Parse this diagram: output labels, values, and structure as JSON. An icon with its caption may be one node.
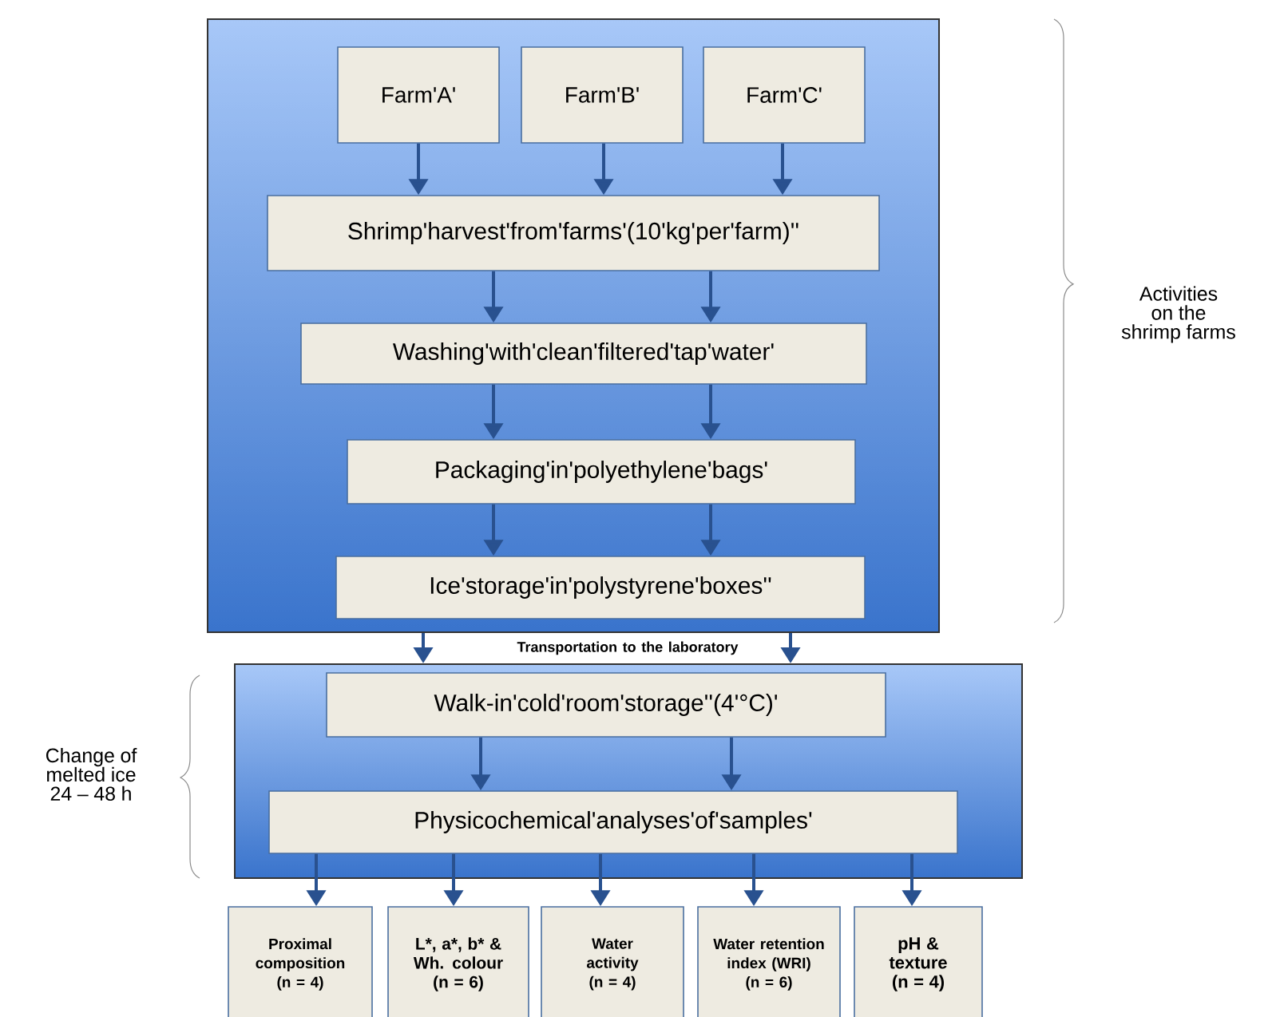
{
  "diagram": {
    "nodes": [
      {
        "text": [],
        "shape": "box"
      },
      {
        "text": [
          "Farm'A'"
        ],
        "in": 0
      },
      {
        "text": [
          "Farm'B'"
        ],
        "in": 0
      },
      {
        "text": [
          "Farm'C'"
        ],
        "in": 0
      },
      {
        "text": [
          "Shrimp'harvest'from'farms'(10'kg'per'farm)''"
        ],
        "in": 0
      },
      {
        "text": [
          "Washing'with'clean'filtered'tap'water'"
        ],
        "in": 0
      },
      {
        "text": [
          "Packaging'in'polyethylene'bags'"
        ],
        "in": 0
      },
      {
        "text": [
          "Ice'storage'in'polystyrene'boxes''"
        ],
        "in": 0
      },
      {
        "text": [],
        "shape": "box"
      },
      {
        "text": [
          "Walk-in'cold'room'storage''(4'°C)'"
        ],
        "in": 8
      },
      {
        "text": [
          "Physicochemical'analyses'of'samples'"
        ],
        "in": 8
      },
      {
        "text": [
          "Proximal composition (n = 4)"
        ]
      },
      {
        "text": [
          "L*, a*, b* & Wh. colour (n = 6)"
        ]
      },
      {
        "text": [
          "Water activity (n = 4)"
        ]
      },
      {
        "text": [
          "Water retention index (WRI) (n = 6)"
        ]
      },
      {
        "text": [
          "pH & texture (n = 4)"
        ]
      }
    ],
    "edges": [
      {
        "from": 1,
        "to": 4,
        "arrow": "to"
      },
      {
        "from": 2,
        "to": 4,
        "arrow": "to"
      },
      {
        "from": 3,
        "to": 4,
        "arrow": "to"
      },
      {
        "from": 4,
        "to": 5,
        "arrow": "to"
      },
      {
        "from": 4,
        "to": 5,
        "arrow": "to"
      },
      {
        "from": 5,
        "to": 6,
        "arrow": "to"
      },
      {
        "from": 5,
        "to": 6,
        "arrow": "to"
      },
      {
        "from": 6,
        "to": 7,
        "arrow": "to"
      },
      {
        "from": 6,
        "to": 7,
        "arrow": "to"
      },
      {
        "from": 0,
        "to": 8,
        "arrow": "to"
      },
      {
        "from": 0,
        "to": 8,
        "arrow": "to"
      },
      {
        "from": 9,
        "to": 10,
        "arrow": "to"
      },
      {
        "from": 9,
        "to": 10,
        "arrow": "to"
      },
      {
        "from": 10,
        "to": 11,
        "arrow": "to"
      },
      {
        "from": 10,
        "to": 12,
        "arrow": "to"
      },
      {
        "from": 10,
        "to": 13,
        "arrow": "to"
      },
      {
        "from": 10,
        "to": 14,
        "arrow": "to"
      },
      {
        "from": 10,
        "to": 15,
        "arrow": "to"
      }
    ],
    "labels": [
      "Activities on the shrimp farms",
      "Transportation to the laboratory",
      "Change of melted ice 24 – 48 h"
    ]
  }
}
